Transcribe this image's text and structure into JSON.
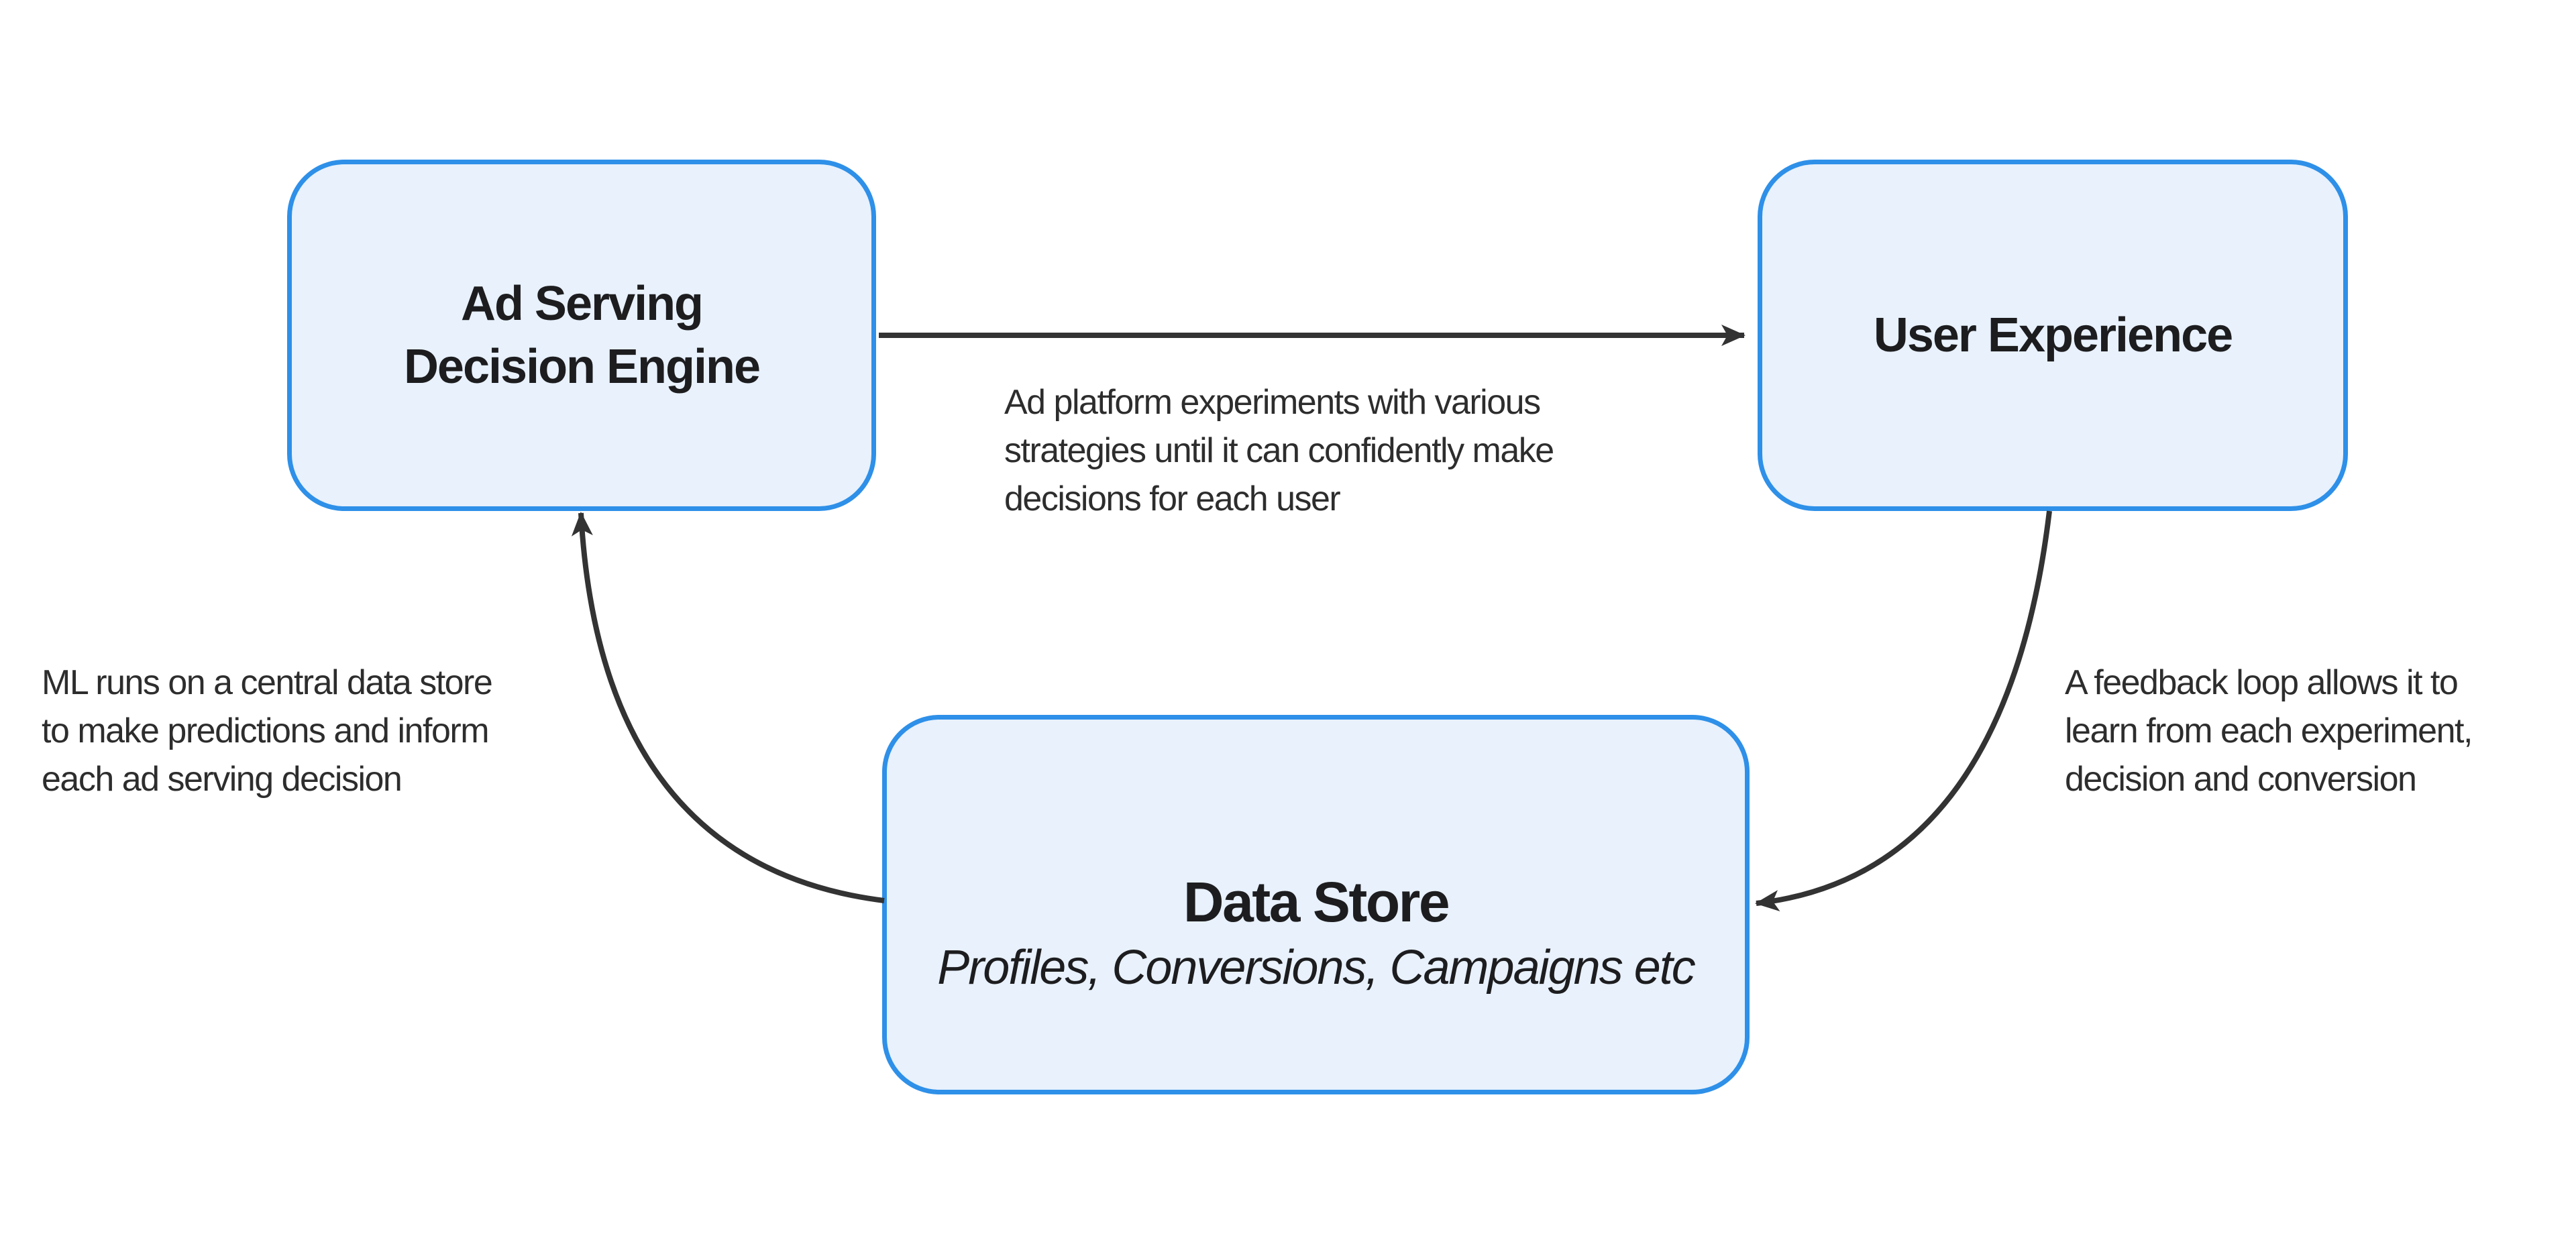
{
  "colors": {
    "background": "#FFFFFF",
    "node_fill": "#E8F1FC",
    "node_border": "#2E90E8",
    "arrow": "#333333",
    "title_text": "#1D1D1F",
    "annotation_text": "#2D2D2D"
  },
  "nodes": {
    "ad_engine": {
      "title": "Ad Serving\nDecision Engine"
    },
    "user_experience": {
      "title": "User Experience"
    },
    "data_store": {
      "title": "Data Store",
      "subtitle": "Profiles, Conversions, Campaigns etc"
    }
  },
  "annotations": {
    "top": "Ad platform experiments with various\nstrategies until it can confidently make\ndecisions for each user",
    "right": "A feedback loop allows it to\nlearn from each experiment,\ndecision and conversion",
    "left": "ML runs on a central data store\nto make predictions and inform\neach ad serving decision"
  }
}
